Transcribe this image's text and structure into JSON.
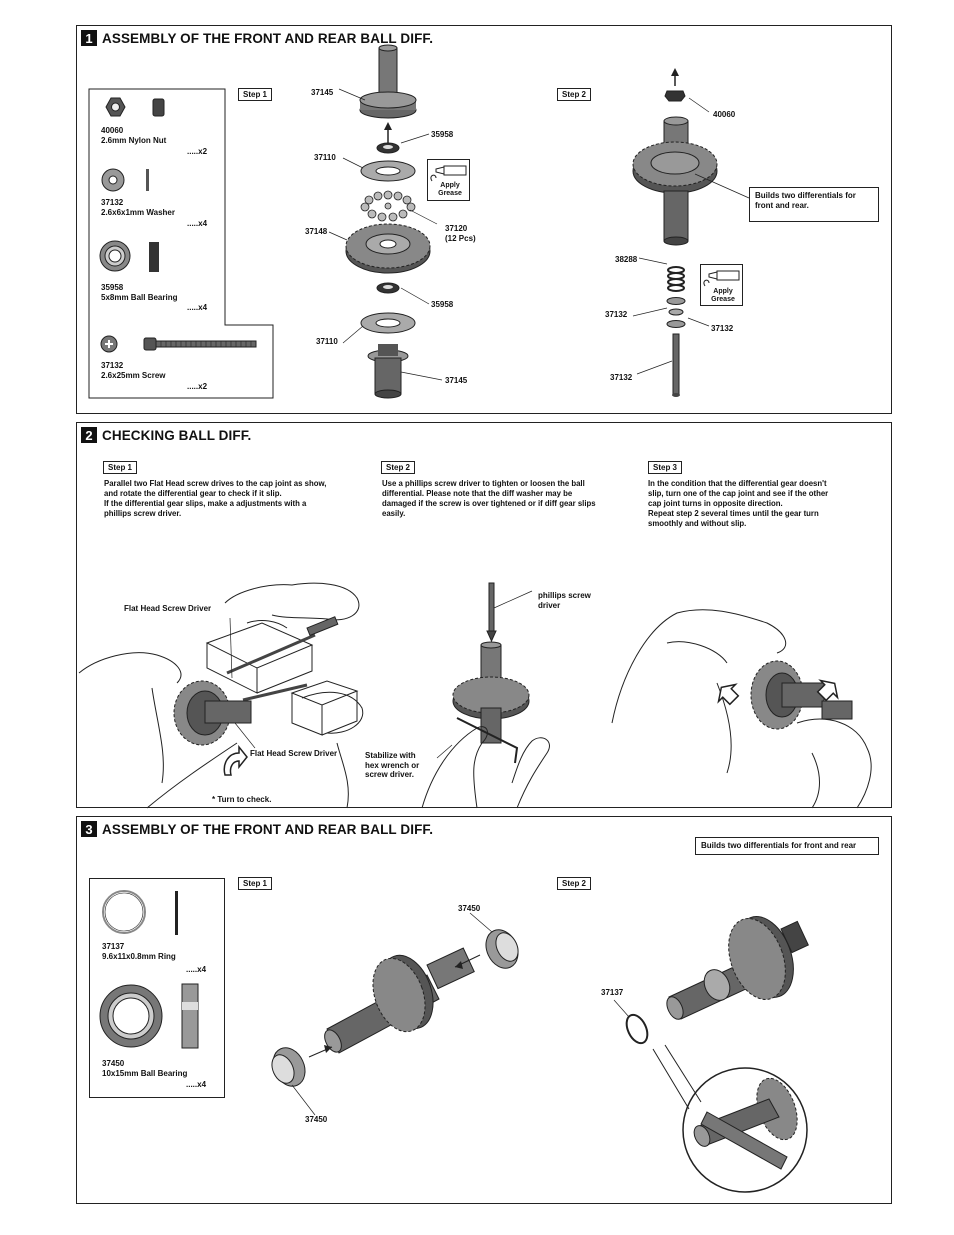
{
  "sections": [
    {
      "number": "1",
      "title": "ASSEMBLY OF THE FRONT AND REAR BALL DIFF."
    },
    {
      "number": "2",
      "title": "CHECKING BALL DIFF."
    },
    {
      "number": "3",
      "title": "ASSEMBLY OF THE FRONT AND REAR BALL DIFF."
    }
  ],
  "s1": {
    "parts": [
      {
        "no": "40060",
        "name": "2.6mm Nylon Nut",
        "qty": ".....x2"
      },
      {
        "no": "37132",
        "name": "2.6x6x1mm Washer",
        "qty": ".....x4"
      },
      {
        "no": "35958",
        "name": "5x8mm Ball Bearing",
        "qty": ".....x4"
      },
      {
        "no": "37132",
        "name": "2.6x25mm Screw",
        "qty": ".....x2"
      }
    ],
    "step1": {
      "tag": "Step 1",
      "labels": {
        "a": "37145",
        "b": "35958",
        "c": "37110",
        "d": "37120",
        "d2": "(12 Pcs)",
        "e": "37148",
        "f": "35958",
        "g": "37110",
        "h": "37145"
      },
      "grease": [
        "Apply",
        "Grease"
      ]
    },
    "step2": {
      "tag": "Step 2",
      "labels": {
        "a": "40060",
        "b": "38288",
        "c": "37132",
        "d": "37132",
        "e": "37132"
      },
      "note": [
        "Builds two differentials for",
        "front and rear."
      ],
      "grease": [
        "Apply",
        "Grease"
      ]
    }
  },
  "s2": {
    "step1": {
      "tag": "Step 1",
      "text": [
        "Parallel two Flat Head screw drives to the cap joint as show,",
        "and rotate the differential gear to check if it slip.",
        "If the differential gear slips, make a adjustments with a",
        "phillips screw driver."
      ]
    },
    "step2": {
      "tag": "Step 2",
      "text": [
        "Use a phillips screw driver to tighten or loosen the ball",
        "differential. Please note that the diff washer may be",
        "damaged if the screw is over tightened or if diff gear slips",
        "easily."
      ]
    },
    "step3": {
      "tag": "Step 3",
      "text": [
        "In the condition that the differential gear doesn't",
        "slip, turn one of the cap joint and see if the other",
        "cap joint turns in opposite direction.",
        "Repeat step 2 several times until the gear turn",
        "smoothly and without slip."
      ]
    },
    "labels": {
      "fh1": "Flat Head Screw Driver",
      "fh2": "Flat Head Screw Driver",
      "turn": "* Turn to check.",
      "phillips": [
        "phillips screw",
        "driver"
      ],
      "stabilize": [
        "Stabilize with",
        "hex wrench or",
        "screw driver."
      ]
    }
  },
  "s3": {
    "note": "Builds two differentials for front and rear",
    "parts": [
      {
        "no": "37137",
        "name": "9.6x11x0.8mm Ring",
        "qty": ".....x4"
      },
      {
        "no": "37450",
        "name": "10x15mm Ball Bearing",
        "qty": ".....x4"
      }
    ],
    "step1": {
      "tag": "Step 1",
      "labels": {
        "a": "37450",
        "b": "37450"
      }
    },
    "step2": {
      "tag": "Step 2",
      "labels": {
        "a": "37137"
      }
    }
  }
}
